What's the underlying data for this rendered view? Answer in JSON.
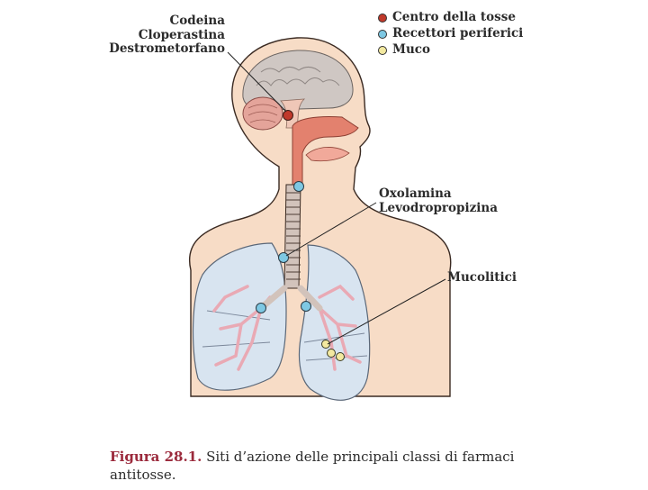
{
  "legend": {
    "items": [
      {
        "label": "Centro della tosse",
        "color": "#c0392b"
      },
      {
        "label": "Recettori periferici",
        "color": "#7ec8e3"
      },
      {
        "label": "Muco",
        "color": "#f3e9a0"
      }
    ]
  },
  "labels": {
    "central_drugs": [
      "Codeina",
      "Cloperastina",
      "Destrometorfano"
    ],
    "peripheral_drugs": [
      "Oxolamina",
      "Levodropropizina"
    ],
    "mucolytics": "Mucolitici"
  },
  "caption": {
    "figure_number": "Figura 28.1.",
    "text": " Siti d’azione delle principali classi di farmaci antitosse."
  },
  "colors": {
    "skin": "#f7dcc6",
    "skin_outline": "#3a2a22",
    "brain": "#cfc7c3",
    "airway": "#e3816e",
    "lung_fill": "#d8e4f0",
    "bronchi": "#e9a9b4"
  }
}
